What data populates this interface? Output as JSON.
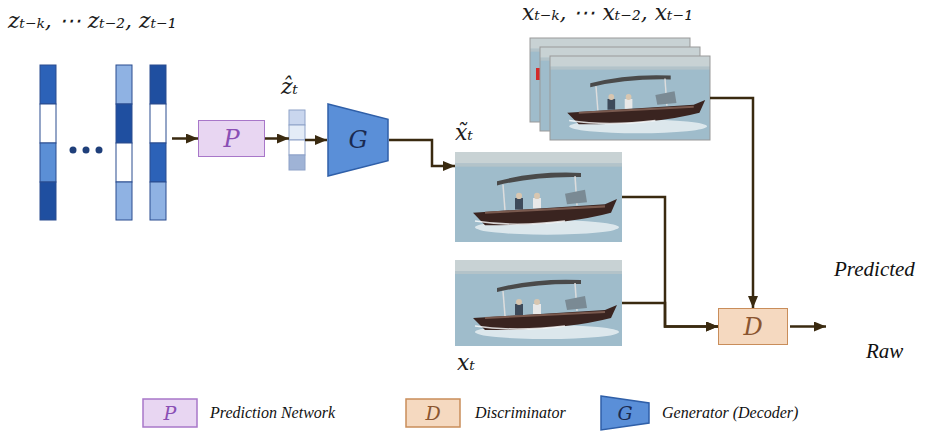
{
  "diagram": {
    "nodes": [
      {
        "text": [
          "zₜ₋ₖ, ⋯ zₜ₋₂, zₜ₋₁"
        ]
      },
      {
        "text": [
          "P"
        ]
      },
      {
        "text": [
          "ẑₜ"
        ]
      },
      {
        "text": [
          "G"
        ]
      },
      {
        "text": [
          "x̃ₜ"
        ]
      },
      {
        "text": [
          "xₜ"
        ]
      },
      {
        "text": [
          "xₜ₋ₖ, ⋯ xₜ₋₂, xₜ₋₁"
        ]
      },
      {
        "text": [
          "D"
        ]
      }
    ],
    "edges": [
      {
        "from": 0,
        "to": 1,
        "arrow": "to"
      },
      {
        "from": 1,
        "to": 2,
        "arrow": "to"
      },
      {
        "from": 2,
        "to": 3,
        "arrow": "to"
      },
      {
        "from": 3,
        "to": 4,
        "arrow": "to"
      },
      {
        "from": 4,
        "to": 7,
        "arrow": "to"
      },
      {
        "from": 5,
        "to": 7,
        "arrow": "to"
      },
      {
        "from": 6,
        "to": 7,
        "arrow": "to"
      }
    ],
    "labels": [
      "Predicted",
      "Raw",
      "P",
      "D",
      "G"
    ],
    "legend": [
      {
        "text": "Prediction Network",
        "color": "#e8d6f2"
      },
      {
        "text": "Discriminator",
        "color": "#f5d9c0"
      },
      {
        "text": "Generator (Decoder)",
        "color": "#5a8fd8"
      }
    ]
  }
}
